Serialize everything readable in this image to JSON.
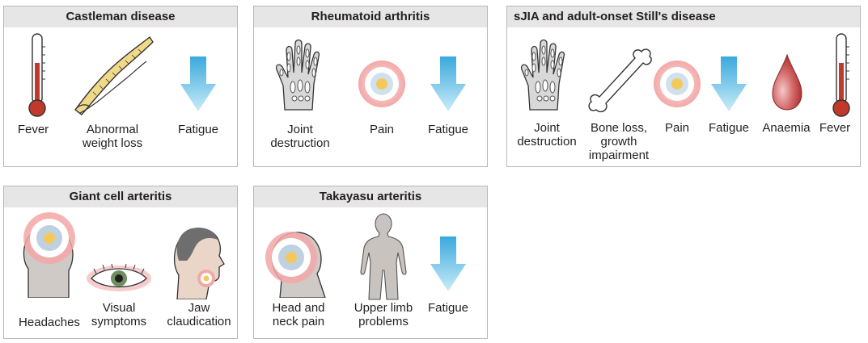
{
  "panels": {
    "castleman": {
      "title": "Castleman disease",
      "items": {
        "fever": "Fever",
        "weight_loss": "Abnormal weight loss",
        "fatigue": "Fatigue"
      }
    },
    "ra": {
      "title": "Rheumatoid arthritis",
      "items": {
        "joint": "Joint destruction",
        "pain": "Pain",
        "fatigue": "Fatigue"
      }
    },
    "sjia": {
      "title": "sJIA and adult-onset Still's disease",
      "items": {
        "joint": "Joint destruction",
        "bone": "Bone loss, growth impairment",
        "pain": "Pain",
        "fatigue": "Fatigue",
        "anaemia": "Anaemia",
        "fever": "Fever"
      }
    },
    "gca": {
      "title": "Giant cell arteritis",
      "items": {
        "headaches": "Headaches",
        "visual": "Visual symptoms",
        "jaw": "Jaw claudication"
      }
    },
    "takayasu": {
      "title": "Takayasu arteritis",
      "items": {
        "head_neck": "Head and neck pain",
        "upper_limb": "Upper limb problems",
        "fatigue": "Fatigue"
      }
    }
  },
  "colors": {
    "panel_header": "#e6e6e6",
    "panel_border": "#b8b8b8",
    "fatigue_arrow": "#3aaee0",
    "pain_outer": "#e8a0a0",
    "pain_inner": "#f6d36a",
    "blood": "#c0392b"
  }
}
